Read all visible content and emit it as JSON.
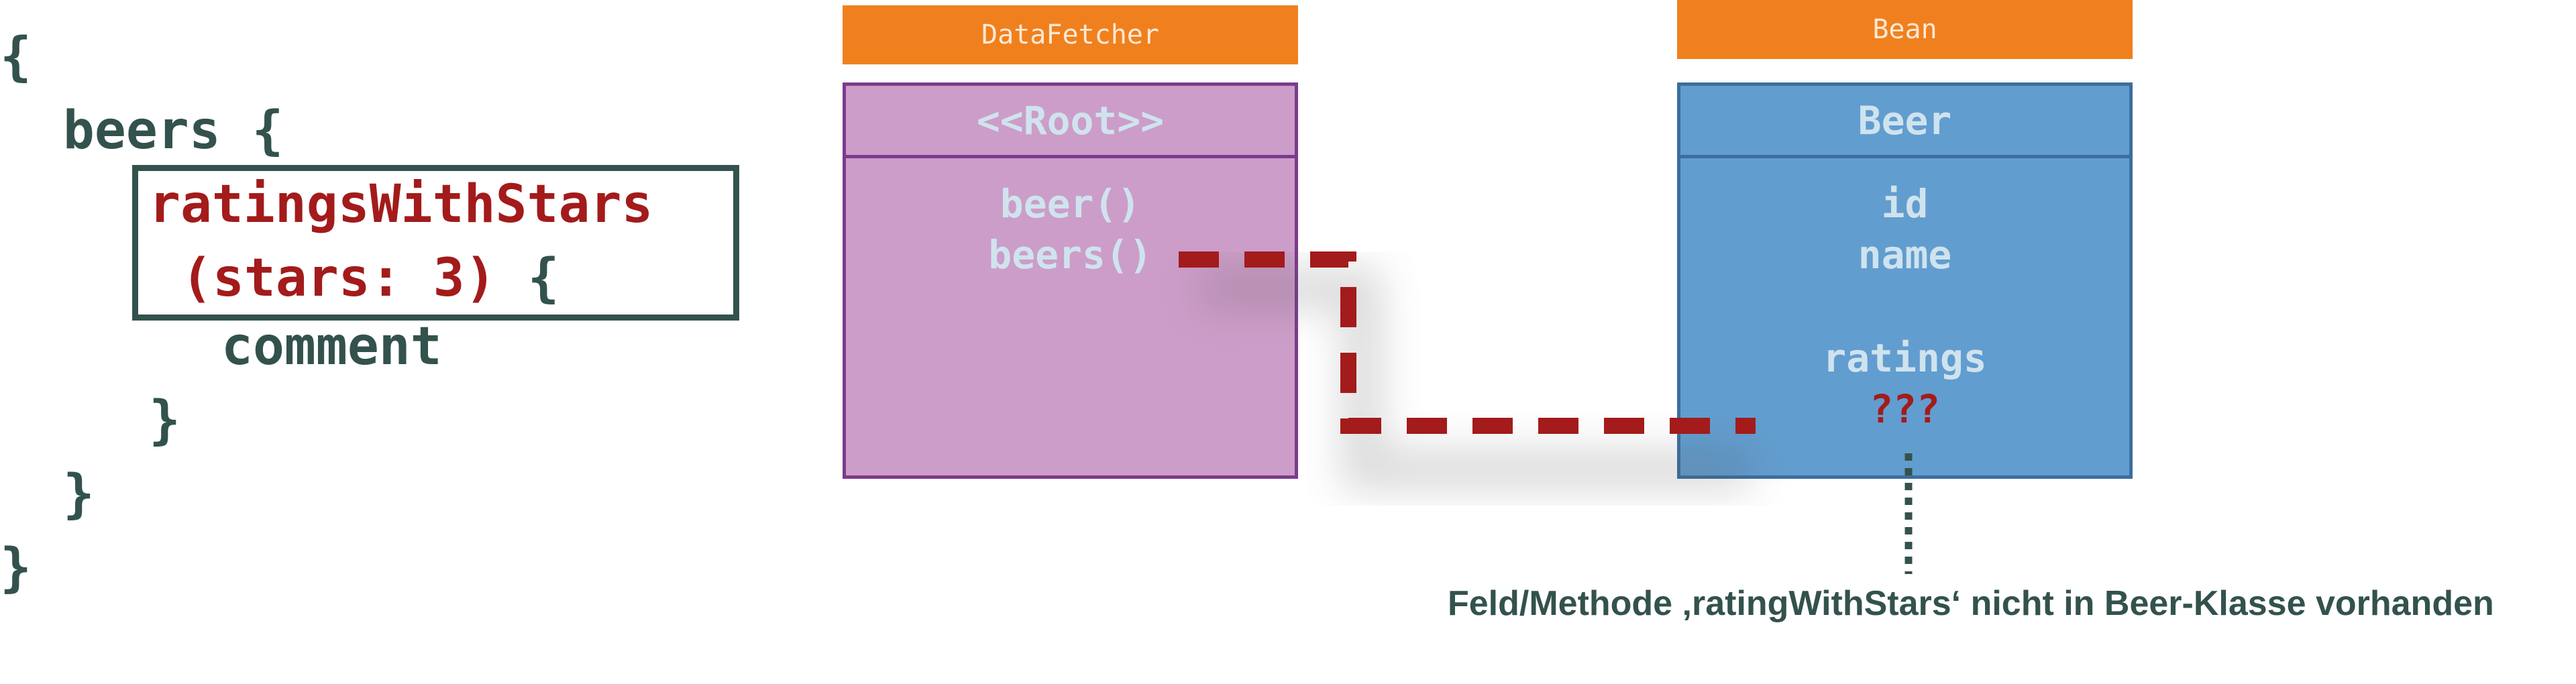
{
  "code": {
    "line1": "{",
    "line2": "  beers {",
    "line3": "ratingsWithStars",
    "line4a": "(stars: 3)",
    "line4b": " {",
    "line5": "comment",
    "line6": "}",
    "line7": "  }",
    "line8": "}"
  },
  "datafetcher": {
    "tag": "DataFetcher",
    "title": "<<Root>>",
    "members": [
      "beer()",
      "beers()"
    ]
  },
  "bean": {
    "tag": "Bean",
    "title": "Beer",
    "members": [
      "id",
      "name",
      "ratings",
      "???"
    ]
  },
  "note": "Feld/Methode ‚ratingWithStars‘ nicht in Beer-Klasse vorhanden",
  "colors": {
    "code_text": "#33524d",
    "highlight": "#a31b1b",
    "tag_orange": "#f0801e",
    "root_fill": "#cc9dc8",
    "bean_fill": "#629dcf"
  }
}
